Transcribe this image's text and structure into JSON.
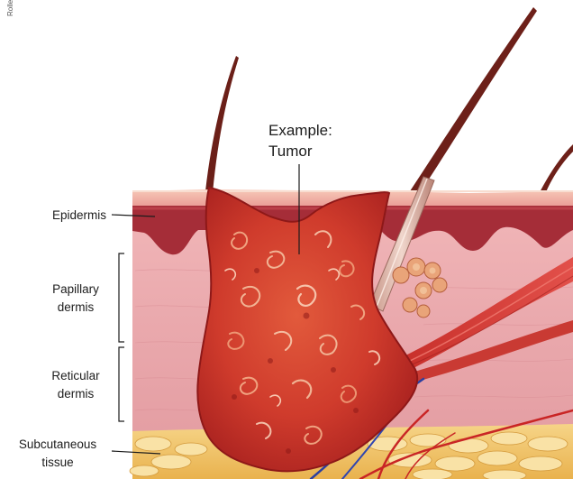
{
  "labels": {
    "tumor": [
      "Example:",
      "Tumor"
    ],
    "epidermis": "Epidermis",
    "papillary": [
      "Papillary",
      "dermis"
    ],
    "reticular": [
      "Reticular",
      "dermis"
    ],
    "subcutaneous": [
      "Subcutaneous",
      "tissue"
    ]
  },
  "side_text": "Rolle"
}
